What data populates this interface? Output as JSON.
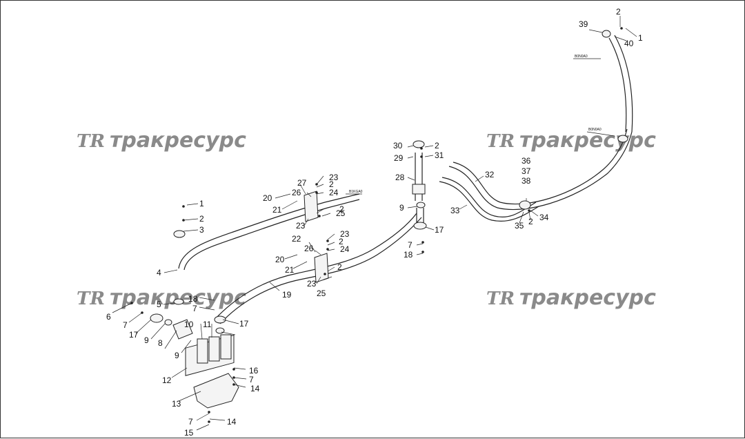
{
  "watermark": {
    "logo": "TR",
    "text": "тракресурс",
    "color": "#8a8a8a"
  },
  "callouts": [
    "1",
    "2",
    "3",
    "4",
    "5",
    "6",
    "7",
    "8",
    "9",
    "10",
    "11",
    "12",
    "13",
    "14",
    "15",
    "16",
    "17",
    "18",
    "19",
    "20",
    "21",
    "22",
    "23",
    "24",
    "25",
    "26",
    "27",
    "28",
    "29",
    "30",
    "31",
    "32",
    "33",
    "34",
    "35",
    "36",
    "37",
    "38",
    "39",
    "40"
  ],
  "tags": {
    "tag_a": "B1KGA0",
    "tag_b": "B0N0A0",
    "tag_c": "B0N0A0"
  }
}
